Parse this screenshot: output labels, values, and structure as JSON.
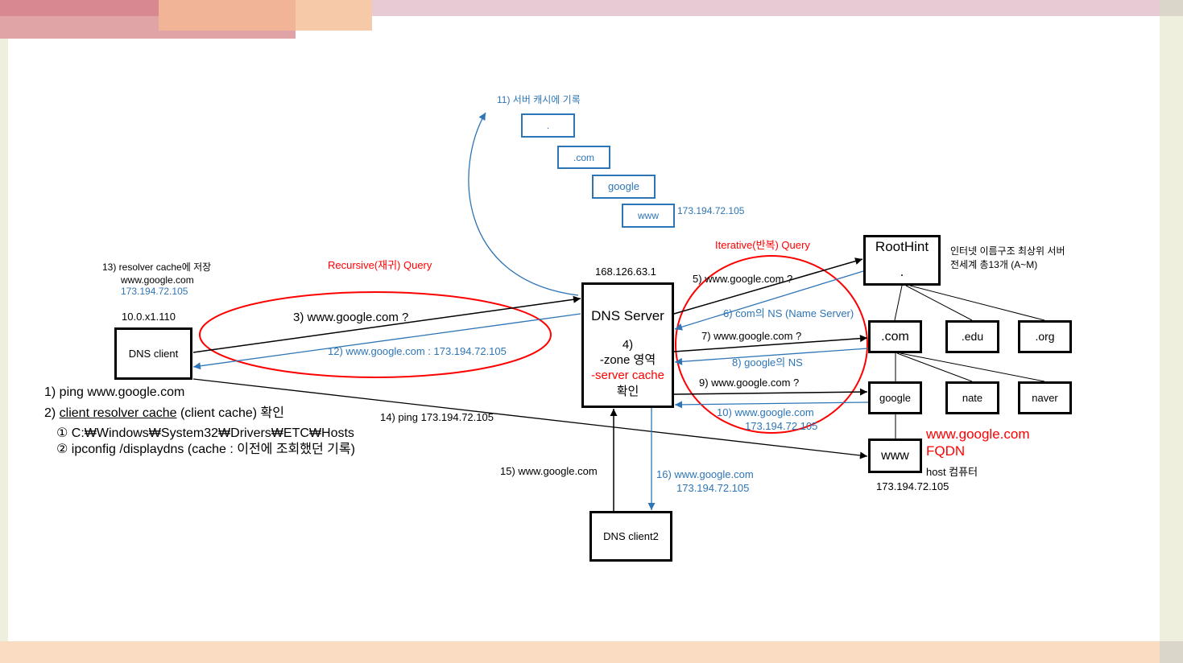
{
  "colors": {
    "blue": "#2e75b6",
    "red": "#ff0000",
    "black": "#000000"
  },
  "server_cache": {
    "label": "11) 서버 캐시에 기록",
    "boxes": [
      ".",
      ".com",
      "google",
      "www"
    ],
    "ip": "173.194.72.105"
  },
  "query_types": {
    "recursive": "Recursive(재귀) Query",
    "iterative": "Iterative(반복) Query"
  },
  "dns_client": {
    "name": "DNS client",
    "ip": "10.0.x1.110",
    "resolver_cache": {
      "label": "13) resolver cache에 저장",
      "domain": "www.google.com",
      "ip": "173.194.72.105"
    }
  },
  "client_steps": {
    "step1": "1) ping www.google.com",
    "step2": {
      "prefix": "2) ",
      "underlined": "client resolver cache",
      "suffix": " (client cache) 확인"
    },
    "step2_1": "① C:₩Windows₩System32₩Drivers₩ETC₩Hosts",
    "step2_2": "② ipconfig /displaydns (cache : 이전에 조회했던 기록)"
  },
  "dns_server": {
    "ip": "168.126.63.1",
    "name": "DNS Server",
    "step": "4)",
    "zone": "-zone 영역",
    "cache": "-server cache",
    "check": "확인"
  },
  "messages": {
    "m3": "3) www.google.com ?",
    "m5": "5) www.google.com ?",
    "m6": "6) com의 NS (Name Server)",
    "m7": "7) www.google.com ?",
    "m8": "8) google의 NS",
    "m9": "9) www.google.com ?",
    "m10": [
      "10) www.google.com",
      "173.194.72.105"
    ],
    "m12": "12) www.google.com : 173.194.72.105",
    "m14": "14) ping 173.194.72.105",
    "m15": "15) www.google.com",
    "m16": [
      "16) www.google.com",
      "173.194.72.105"
    ]
  },
  "namespace": {
    "root": {
      "name": "RootHint",
      "dot": ".",
      "desc": [
        "인터넷 이름구조 최상위 서버",
        "전세계 총13개 (A~M)"
      ]
    },
    "top_level": [
      ".com",
      ".edu",
      ".org"
    ],
    "second_level": [
      "google",
      "nate",
      "naver"
    ],
    "host": {
      "name": "www",
      "fqdn": "www.google.com",
      "fqdn_label": "FQDN",
      "type": "host 컴퓨터",
      "ip": "173.194.72.105"
    }
  },
  "dns_client2": {
    "name": "DNS client2"
  }
}
